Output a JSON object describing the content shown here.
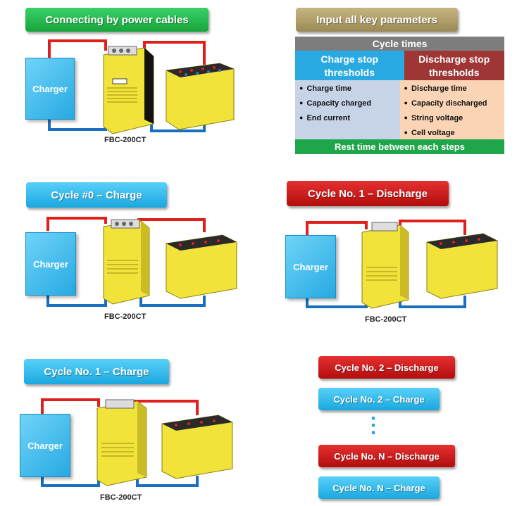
{
  "banners": {
    "connecting": "Connecting by power cables",
    "input_params": "Input all key parameters",
    "cycle0_charge": "Cycle #0 – Charge",
    "cycle1_discharge": "Cycle No. 1 – Discharge",
    "cycle1_charge": "Cycle No. 1 – Charge",
    "cycle2_discharge": "Cycle No. 2 – Discharge",
    "cycle2_charge": "Cycle No. 2 – Charge",
    "cycleN_discharge": "Cycle No. N – Discharge",
    "cycleN_charge": "Cycle No. N – Charge",
    "ellipsis": "⋮"
  },
  "charger_label": "Charger",
  "device_label": "FBC-200CT",
  "params_table": {
    "cycle_times": "Cycle times",
    "charge_header": "Charge stop thresholds",
    "discharge_header": "Discharge stop thresholds",
    "charge_items": [
      "Charge time",
      "Capacity charged",
      "End current"
    ],
    "discharge_items": [
      "Discharge time",
      "Capacity discharged",
      "String voltage",
      "Cell voltage"
    ],
    "rest": "Rest time between each steps"
  },
  "colors": {
    "green": "#1fa64a",
    "blue": "#27a9e2",
    "red": "#c8161b",
    "gray": "#7d7d7d",
    "charge_header_bg": "#29a9e1",
    "discharge_header_bg": "#9e3636",
    "charge_body_bg": "#c7d4e8",
    "discharge_body_bg": "#fbd4b6",
    "device_yellow": "#f2e33a",
    "cable_red": "#e0201c",
    "cable_blue": "#1a6fc0"
  }
}
